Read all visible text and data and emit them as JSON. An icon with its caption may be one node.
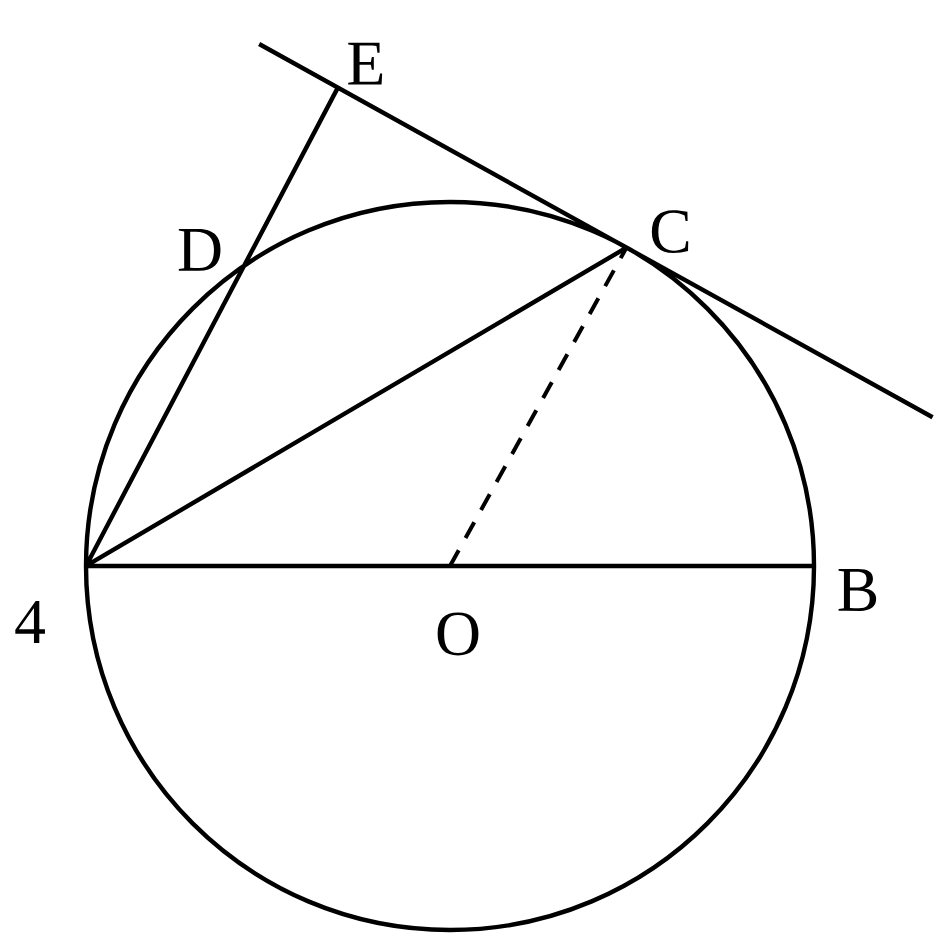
{
  "diagram": {
    "labels": [
      "E",
      "D",
      "C",
      "4",
      "O",
      "B"
    ]
  }
}
